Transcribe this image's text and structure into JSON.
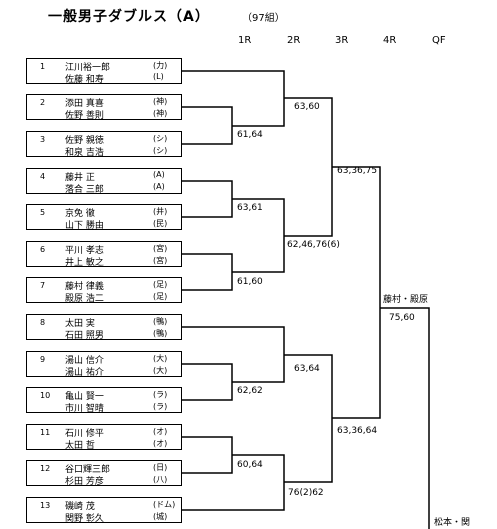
{
  "header": {
    "title": "一般男子ダブルス（A）",
    "groups": "（97組）",
    "rounds": [
      "1R",
      "2R",
      "3R",
      "4R",
      "QF"
    ]
  },
  "entries": [
    {
      "num": "1",
      "p1": "江川裕一郎",
      "a1": "(力)",
      "p2": "佐藤  和寿",
      "a2": "(L)"
    },
    {
      "num": "2",
      "p1": "添田  真喜",
      "a1": "(神)",
      "p2": "佐野  善則",
      "a2": "(神)"
    },
    {
      "num": "3",
      "p1": "佐野  親徳",
      "a1": "(シ)",
      "p2": "和泉  吉浩",
      "a2": "(シ)"
    },
    {
      "num": "4",
      "p1": "藤井    正",
      "a1": "(A)",
      "p2": "落合  三郎",
      "a2": "(A)"
    },
    {
      "num": "5",
      "p1": "京免    徹",
      "a1": "(井)",
      "p2": "山下  勝由",
      "a2": "(民)"
    },
    {
      "num": "6",
      "p1": "平川  孝志",
      "a1": "(宮)",
      "p2": "井上  敏之",
      "a2": "(宮)"
    },
    {
      "num": "7",
      "p1": "藤村  律義",
      "a1": "(足)",
      "p2": "殿原  浩二",
      "a2": "(足)"
    },
    {
      "num": "8",
      "p1": "太田    実",
      "a1": "(鴨)",
      "p2": "石田  照男",
      "a2": "(鴨)"
    },
    {
      "num": "9",
      "p1": "湯山  信介",
      "a1": "(大)",
      "p2": "湯山  祐介",
      "a2": "(大)"
    },
    {
      "num": "10",
      "p1": "亀山  賢一",
      "a1": "(ラ)",
      "p2": "市川  智晴",
      "a2": "(ラ)"
    },
    {
      "num": "11",
      "p1": "石川  修平",
      "a1": "(オ)",
      "p2": "太田    哲",
      "a2": "(オ)"
    },
    {
      "num": "12",
      "p1": "谷口輝三郎",
      "a1": "(日)",
      "p2": "杉田  芳彦",
      "a2": "(八)"
    },
    {
      "num": "13",
      "p1": "磯崎    茂",
      "a1": "(ドム)",
      "p2": "関野  彰久",
      "a2": "(城)"
    }
  ],
  "scores": {
    "r1_2v3": "61,64",
    "r1_4v5": "63,61",
    "r1_6v7": "61,60",
    "r1_9v10": "62,62",
    "r1_11v12": "60,64",
    "r2_1v23": "63,60",
    "r2_45v67": "62,46,76(6)",
    "r2_8v910": "63,64",
    "r2_1112v13": "76(2)62",
    "r3_top": "63,36,75",
    "r3_bottom": "63,36,64",
    "r4": "75,60"
  },
  "winners": {
    "r4_top": "藤村・殿原",
    "r4_bottom": "松本・関"
  }
}
